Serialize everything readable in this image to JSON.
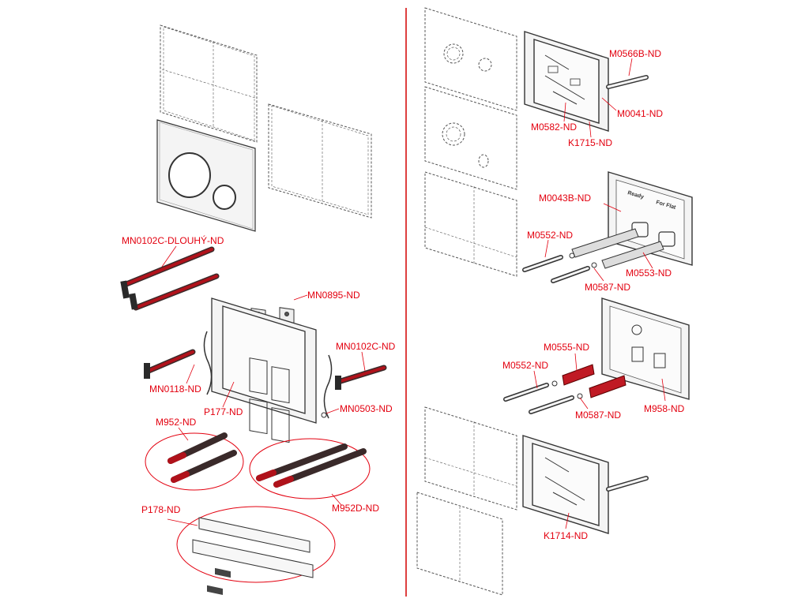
{
  "colors": {
    "label": "#e3000f",
    "divider": "#d40000",
    "line": "#2a2a2a",
    "dashed": "#555555",
    "plate_fill": "#f4f4f4",
    "rod_red": "#b0121b",
    "rod_dark": "#3a2a2a"
  },
  "labels": {
    "mn0102c_dlouhy": "MN0102C-DLOUHÝ-ND",
    "mn0895": "MN0895-ND",
    "mn0102c": "MN0102C-ND",
    "mn0118": "MN0118-ND",
    "mn0503": "MN0503-ND",
    "p177": "P177-ND",
    "m952": "M952-ND",
    "m952d": "M952D-ND",
    "p178": "P178-ND",
    "m0566b": "M0566B-ND",
    "m0041": "M0041-ND",
    "m0582": "M0582-ND",
    "k1715": "K1715-ND",
    "m0043b": "M0043B-ND",
    "m0552_a": "M0552-ND",
    "m0553": "M0553-ND",
    "m0587_a": "M0587-ND",
    "m0555": "M0555-ND",
    "m0552_b": "M0552-ND",
    "m0587_b": "M0587-ND",
    "m958": "M958-ND",
    "k1714": "K1714-ND"
  },
  "frame_texts": {
    "ready": "Ready",
    "for_flat": "For Flat"
  }
}
